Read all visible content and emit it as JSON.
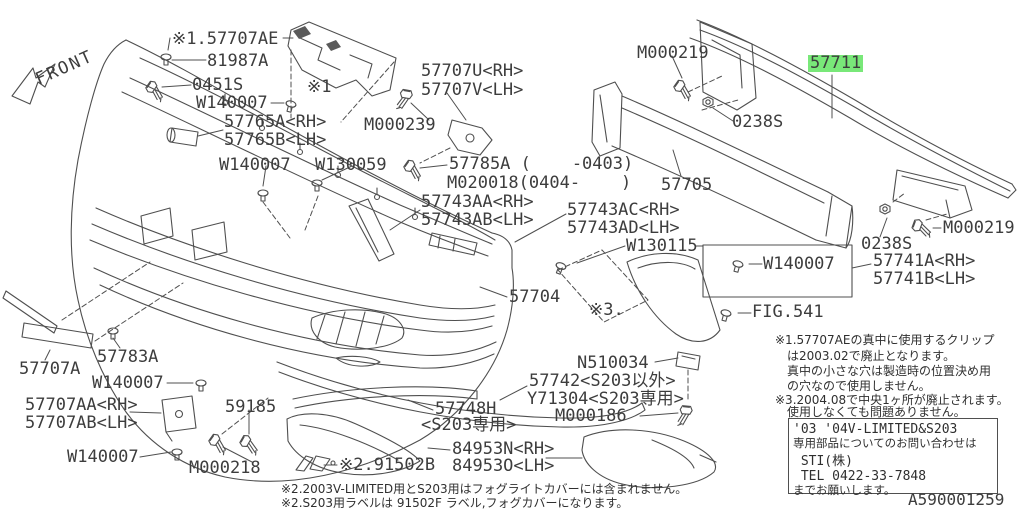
{
  "diagram": {
    "title_note": "front bumper exploded parts diagram",
    "figure_id": "A590001259",
    "front_marker": "FRONT",
    "highlight_color": "#79e879",
    "line_color": "#4f4f4f",
    "labels": [
      {
        "id": "57707AE",
        "text": "※1.57707AE"
      },
      {
        "id": "81987A",
        "text": "81987A"
      },
      {
        "id": "0451S",
        "text": "0451S"
      },
      {
        "id": "W140007-a",
        "text": "W140007"
      },
      {
        "id": "57765A",
        "text": "57765A<RH>"
      },
      {
        "id": "57765B",
        "text": "57765B<LH>"
      },
      {
        "id": "57707U",
        "text": "57707U<RH>"
      },
      {
        "id": "57707V",
        "text": "57707V<LH>"
      },
      {
        "id": "M000239",
        "text": "M000239"
      },
      {
        "id": "star1",
        "text": "※1"
      },
      {
        "id": "W140007-b",
        "text": "W140007"
      },
      {
        "id": "W130059",
        "text": "W130059"
      },
      {
        "id": "57785A",
        "text": "57785A (    -0403)"
      },
      {
        "id": "M020018",
        "text": "M020018(0404-    )"
      },
      {
        "id": "57743AA",
        "text": "57743AA<RH>"
      },
      {
        "id": "57743AB",
        "text": "57743AB<LH>"
      },
      {
        "id": "57743AC",
        "text": "57743AC<RH>"
      },
      {
        "id": "57743AD",
        "text": "57743AD<LH>"
      },
      {
        "id": "M000219-top",
        "text": "M000219"
      },
      {
        "id": "57711",
        "text": "57711",
        "highlighted": true
      },
      {
        "id": "0238S-top",
        "text": "0238S"
      },
      {
        "id": "57705",
        "text": "57705"
      },
      {
        "id": "M000219-right",
        "text": "M000219"
      },
      {
        "id": "0238S-right",
        "text": "0238S"
      },
      {
        "id": "57741A",
        "text": "57741A<RH>"
      },
      {
        "id": "57741B",
        "text": "57741B<LH>"
      },
      {
        "id": "W130115",
        "text": "W130115"
      },
      {
        "id": "W140007-r",
        "text": "W140007"
      },
      {
        "id": "FIG541",
        "text": "FIG.541"
      },
      {
        "id": "57704",
        "text": "57704"
      },
      {
        "id": "star3",
        "text": "※3."
      },
      {
        "id": "N510034",
        "text": "N510034"
      },
      {
        "id": "M000186",
        "text": "M000186"
      },
      {
        "id": "57742",
        "text": "57742<S203以外>"
      },
      {
        "id": "Y71304",
        "text": "Y71304<S203専用>"
      },
      {
        "id": "57707A",
        "text": "57707A"
      },
      {
        "id": "57783A",
        "text": "57783A"
      },
      {
        "id": "W140007-c",
        "text": "W140007"
      },
      {
        "id": "57707AA",
        "text": "57707AA<RH>"
      },
      {
        "id": "57707AB",
        "text": "57707AB<LH>"
      },
      {
        "id": "W140007-d",
        "text": "W140007"
      },
      {
        "id": "M000218",
        "text": "M000218"
      },
      {
        "id": "59185",
        "text": "59185"
      },
      {
        "id": "57748H",
        "text": "57748H"
      },
      {
        "id": "57748H-sub",
        "text": "<S203専用>"
      },
      {
        "id": "91502B",
        "text": "※2.91502B"
      },
      {
        "id": "84953N",
        "text": "84953N<RH>"
      },
      {
        "id": "84953O",
        "text": "84953O<LH>"
      }
    ]
  },
  "notes": {
    "right_block": [
      "※1.57707AEの真中に使用するクリップ",
      "は2003.02で廃止となります。",
      "真中の小さな穴は製造時の位置決め用",
      "の穴なので使用しません。",
      "※3.2004.08で中央1ヶ所が廃止されます。",
      "使用しなくても問題ありません。"
    ],
    "bottom_block": [
      "※2.2003V-LIMITED用とS203用はフォグライトカバーには含まれません。",
      "※2.S203用ラベルは 91502F ラベル,フォグカバーになります。"
    ]
  },
  "contact_box": {
    "lines": [
      "'03 '04V-LIMITED&S203",
      "専用部品についてのお問い合わせは",
      " STI(株)",
      " TEL 0422-33-7848",
      "までお願いします。"
    ]
  }
}
